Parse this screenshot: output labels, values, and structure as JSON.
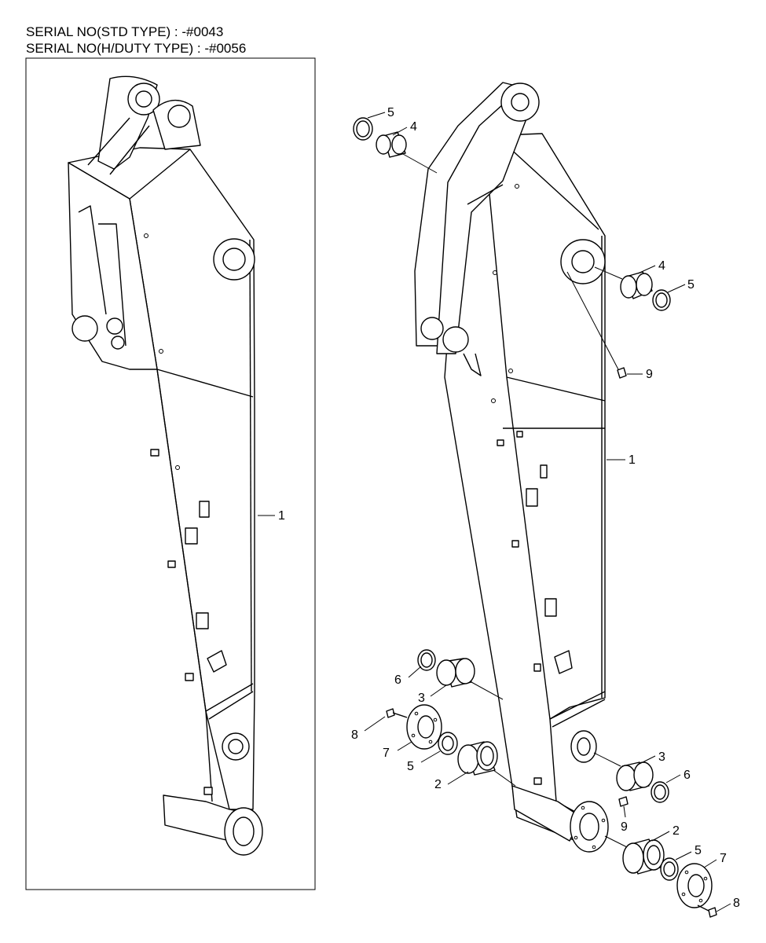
{
  "header": {
    "serial_std": "SERIAL NO(STD TYPE) : -#0043",
    "serial_hd": "SERIAL NO(H/DUTY TYPE) : -#0056"
  },
  "callouts": {
    "left_1": "1",
    "right_1": "1",
    "pin_bush_top_left_4": "4",
    "pin_bush_top_left_5": "5",
    "pin_bush_top_right_4": "4",
    "pin_bush_top_right_5": "5",
    "grease_9_upper": "9",
    "grease_9_lower": "9",
    "bush_left_3": "3",
    "ring_left_6": "6",
    "bush_right_3": "3",
    "ring_right_6": "6",
    "bolt_left_8": "8",
    "plate_left_7": "7",
    "ring_left_5": "5",
    "bush_left_2": "2",
    "bush_right_2": "2",
    "ring_right_5": "5",
    "plate_right_7": "7",
    "bolt_right_8": "8"
  }
}
